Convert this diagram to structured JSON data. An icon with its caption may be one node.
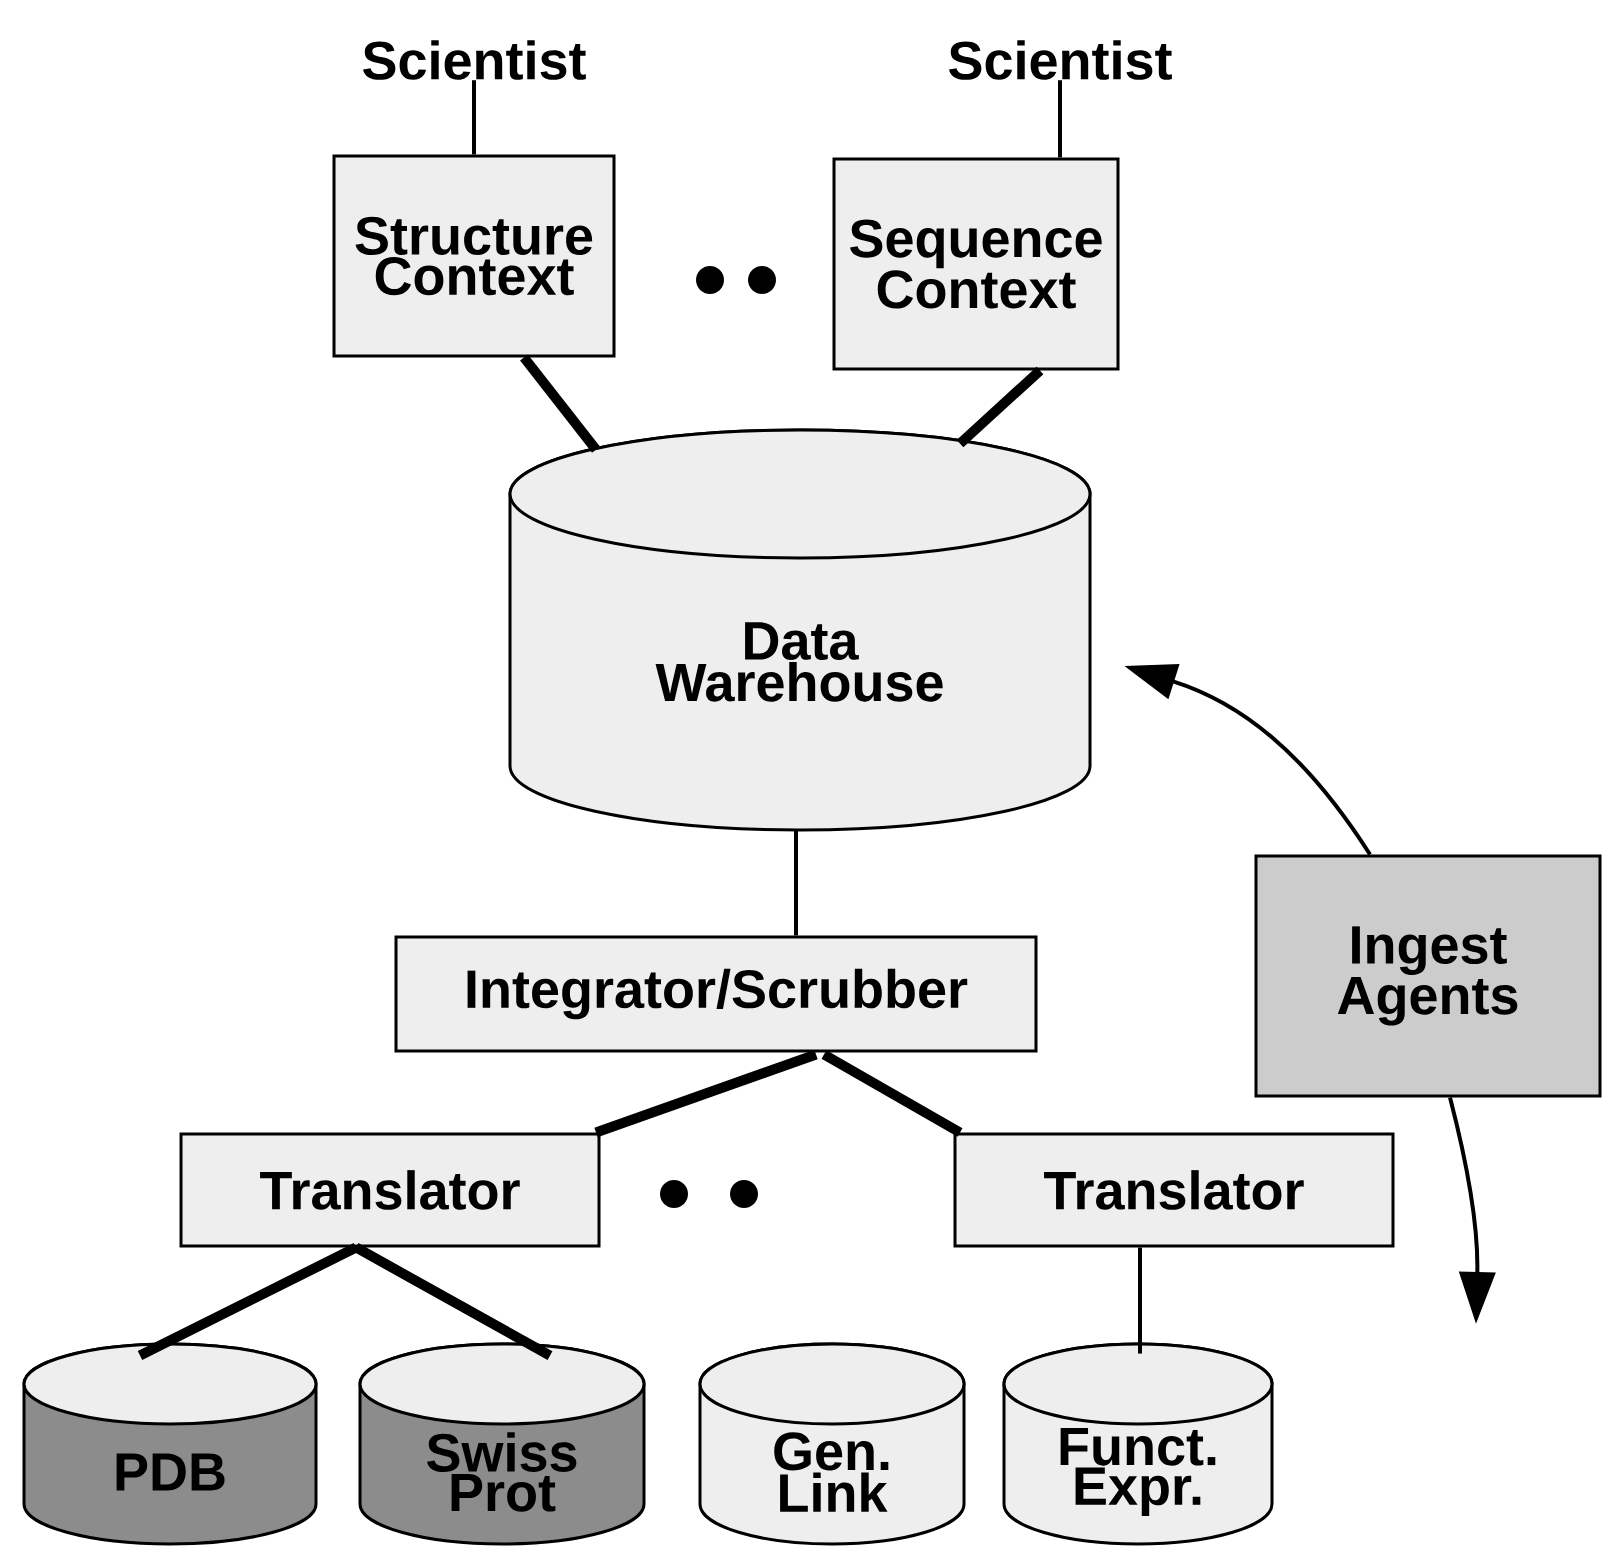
{
  "diagram": {
    "nodes": [
      {
        "text": [
          "Scientist"
        ]
      },
      {
        "text": [
          "Scientist"
        ]
      },
      {
        "text": [
          "Structure Context"
        ]
      },
      {
        "text": [
          "Sequence Context"
        ]
      },
      {
        "text": [
          "Data Warehouse"
        ]
      },
      {
        "text": [
          "Ingest Agents"
        ]
      },
      {
        "text": [
          "Integrator/Scrubber"
        ]
      },
      {
        "text": [
          "Translator"
        ]
      },
      {
        "text": [
          "Translator"
        ]
      },
      {
        "text": [
          "PDB"
        ]
      },
      {
        "text": [
          "Swiss Prot"
        ]
      },
      {
        "text": [
          "Gen. Link"
        ]
      },
      {
        "text": [
          "Funct. Expr."
        ]
      }
    ],
    "edges": [
      {
        "from": 0,
        "to": 2,
        "arrow": "none"
      },
      {
        "from": 1,
        "to": 3,
        "arrow": "none"
      },
      {
        "from": 2,
        "to": 4,
        "arrow": "none",
        "style": "thick"
      },
      {
        "from": 3,
        "to": 4,
        "arrow": "none",
        "style": "thick"
      },
      {
        "from": 4,
        "to": 6,
        "arrow": "none"
      },
      {
        "from": 6,
        "to": 7,
        "arrow": "none",
        "style": "thick"
      },
      {
        "from": 6,
        "to": 8,
        "arrow": "none",
        "style": "thick"
      },
      {
        "from": 7,
        "to": 9,
        "arrow": "none",
        "style": "thick"
      },
      {
        "from": 7,
        "to": 10,
        "arrow": "none",
        "style": "thick"
      },
      {
        "from": 8,
        "to": 12,
        "arrow": "none"
      },
      {
        "from": 5,
        "to": 4,
        "arrow": "to"
      },
      {
        "from": 5,
        "to": null,
        "arrow": "to"
      }
    ]
  }
}
